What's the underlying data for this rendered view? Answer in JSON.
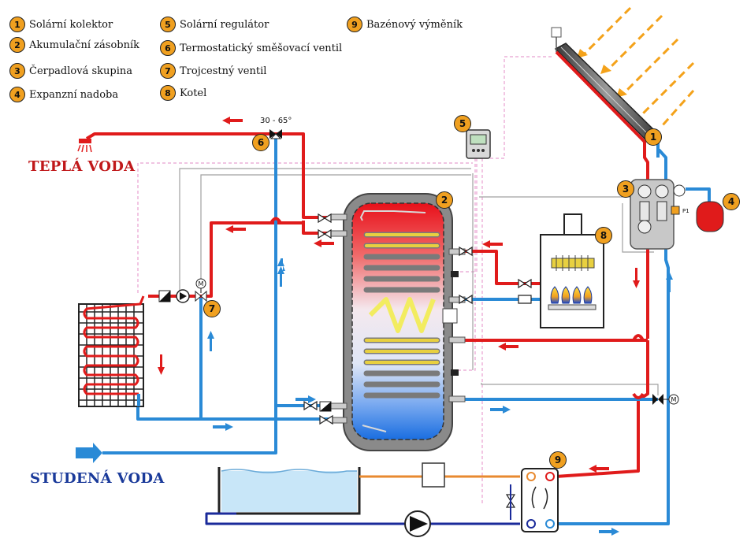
{
  "legend": [
    {
      "num": "1",
      "label": "Solární kolektor"
    },
    {
      "num": "2",
      "label": "Akumulační zásobník"
    },
    {
      "num": "3",
      "label": "Čerpadlová skupina"
    },
    {
      "num": "4",
      "label": "Expanzní nadoba"
    },
    {
      "num": "5",
      "label": "Solární regulátor"
    },
    {
      "num": "6",
      "label": "Termostatický směšovací ventil"
    },
    {
      "num": "7",
      "label": "Trojcestný ventil"
    },
    {
      "num": "8",
      "label": "Kotel"
    },
    {
      "num": "9",
      "label": "Bazénový výměník"
    }
  ],
  "labels": {
    "hot_water": "TEPLÁ VODA",
    "cold_water": "STUDENÁ VODA",
    "mixing_range": "30 - 65°",
    "motor": "M",
    "sensor": "P1"
  },
  "colors": {
    "hot": "#e01b1b",
    "cold": "#2a8ad6",
    "badge": "#f0a020",
    "control": "#e8a0d0",
    "signal": "#9a9a9a",
    "pool": "#c8e6f8",
    "orange_pipe": "#e88a30",
    "navy_pipe": "#1a2a9a"
  }
}
